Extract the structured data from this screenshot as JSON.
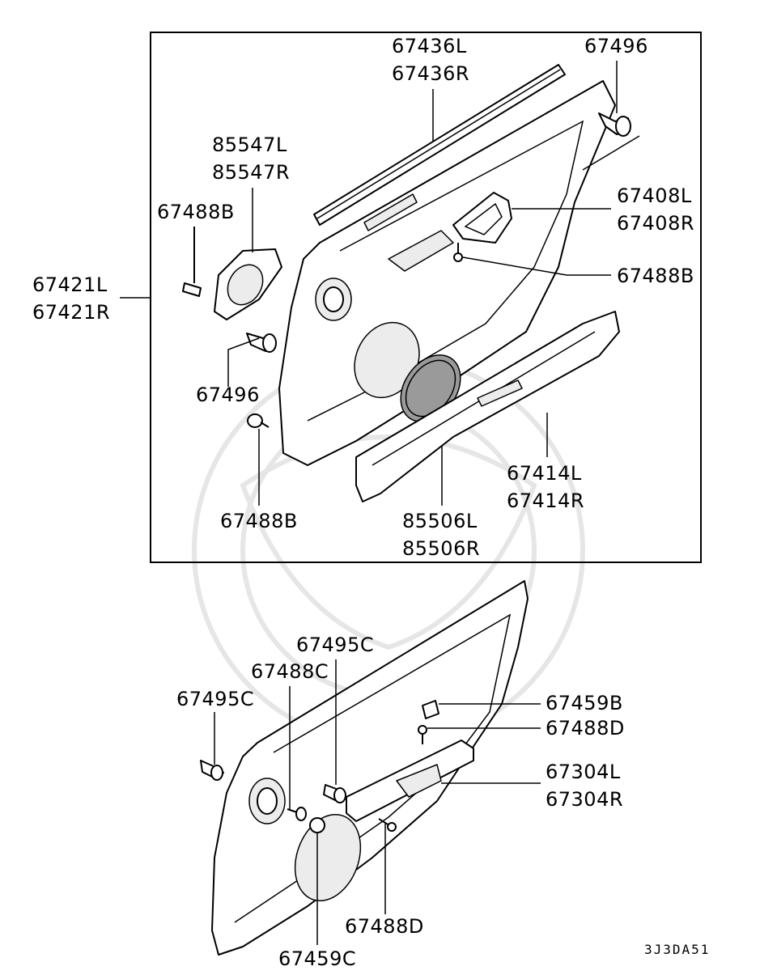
{
  "upper_group": {
    "frame_label": "67421L\n67421R",
    "parts": {
      "molding": "67436L\n67436R",
      "clip_top": "67496",
      "speaker_bracket": "85547L\n85547R",
      "screw_left": "67488B",
      "handle_cover": "67408L\n67408R",
      "screw_handle": "67488B",
      "clip_left": "67496",
      "screw_bottom": "67488B",
      "armrest": "67414L\n67414R",
      "speaker_grille": "85506L\n85506R"
    }
  },
  "lower_group": {
    "parts": {
      "clip_upper": "67495C",
      "screw_c": "67488C",
      "clip_left": "67495C",
      "cap_b": "67459B",
      "screw_d_top": "67488D",
      "pull_handle": "67304L\n67304R",
      "screw_d_bottom": "67488D",
      "cap_c": "67459C"
    }
  },
  "figure_code": "3J3DA51"
}
